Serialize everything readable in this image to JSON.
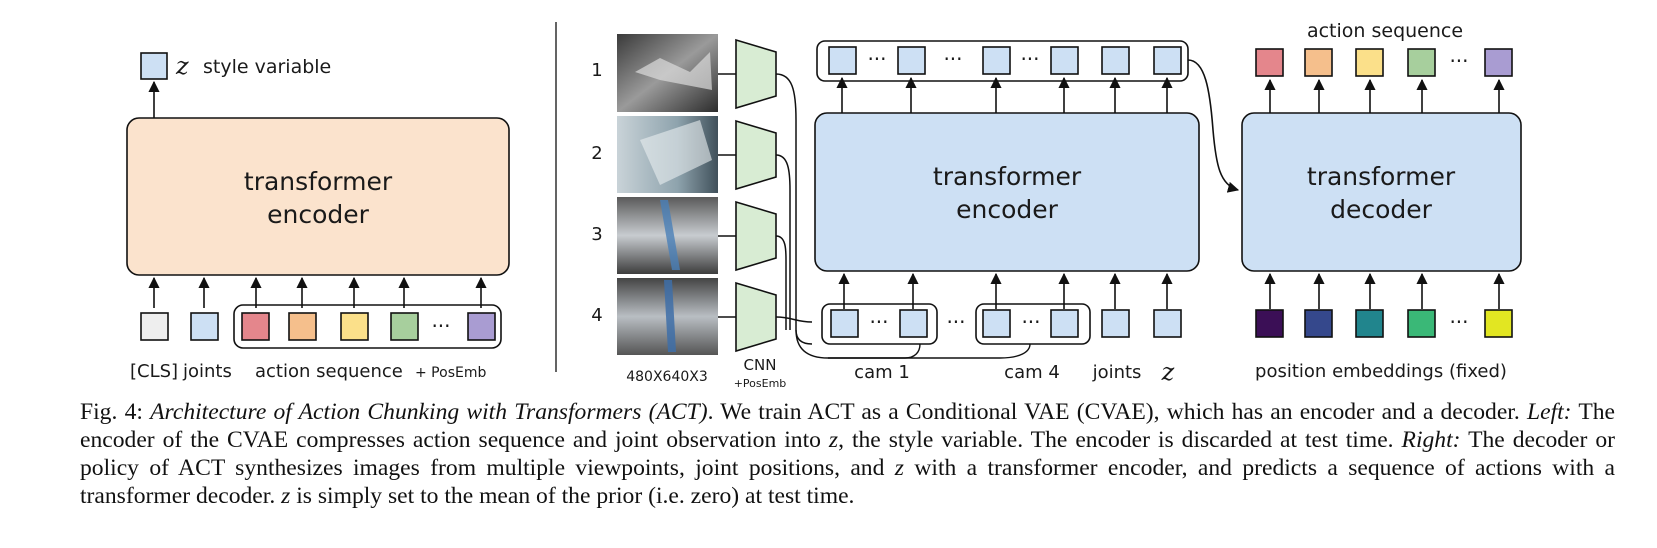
{
  "left": {
    "output_symbol": "z",
    "output_label": "style variable",
    "encoder_line1": "transformer",
    "encoder_line2": "encoder",
    "label_cls": "[CLS]",
    "label_joints": "joints",
    "label_action": "action sequence",
    "label_posemb": "+ PosEmb"
  },
  "right": {
    "camera_indices": [
      "1",
      "2",
      "3",
      "4"
    ],
    "image_size": "480X640X3",
    "cnn_label": "CNN",
    "cnn_posemb": "+PosEmb",
    "encoder_line1": "transformer",
    "encoder_line2": "encoder",
    "decoder_line1": "transformer",
    "decoder_line2": "decoder",
    "action_sequence": "action sequence",
    "label_cam1": "cam 1",
    "label_cam4": "cam 4",
    "label_joints": "joints",
    "z_symbol": "z",
    "position_embeddings": "position embeddings (fixed)",
    "ellipsis": "···"
  },
  "colors": {
    "encoder_left": "#fbe3cd",
    "encoder_right": "#cde0f4",
    "token": "#cde0f4",
    "cls": "#eeeeee",
    "cnn": "#d8ecd3",
    "action_tokens": [
      "#e4868c",
      "#f5bf8c",
      "#fbe08a",
      "#a7cf9d",
      "#a99cd2"
    ],
    "position_tokens": [
      "#3b0f56",
      "#35488c",
      "#21858d",
      "#3ab877",
      "#e2e622"
    ]
  },
  "caption": {
    "fig": "Fig. 4:",
    "title": "Architecture of Action Chunking with Transformers (ACT)",
    "after_title": ". We train ACT as a Conditional VAE (CVAE), which has an encoder and a decoder.",
    "left_label": "Left:",
    "left_text": "The encoder of the CVAE compresses action sequence and joint observation into",
    "z1": "z",
    "left_text2": ", the style variable. The encoder is discarded at test time.",
    "right_label": "Right:",
    "right_text": "The decoder or policy of ACT synthesizes images from multiple viewpoints, joint positions, and",
    "z2": "z",
    "right_text2": "with a transformer encoder, and predicts a sequence of actions with a transformer decoder.",
    "z3": "z",
    "right_text3": "is simply set to the mean of the prior (i.e. zero) at test time."
  }
}
